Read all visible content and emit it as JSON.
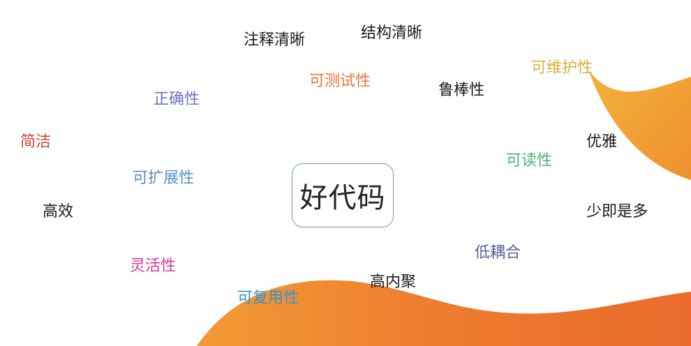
{
  "center": {
    "label": "好代码"
  },
  "terms": [
    {
      "label": "注释清晰",
      "color": "#1a1a1a"
    },
    {
      "label": "结构清晰",
      "color": "#1a1a1a"
    },
    {
      "label": "可测试性",
      "color": "#e8783a"
    },
    {
      "label": "鲁棒性",
      "color": "#1a1a1a"
    },
    {
      "label": "可维护性",
      "color": "#d8b13a"
    },
    {
      "label": "正确性",
      "color": "#6e6fc2"
    },
    {
      "label": "简洁",
      "color": "#d0452e"
    },
    {
      "label": "优雅",
      "color": "#1a1a1a"
    },
    {
      "label": "可读性",
      "color": "#4fae7a"
    },
    {
      "label": "可扩展性",
      "color": "#5b8fc8"
    },
    {
      "label": "高效",
      "color": "#1a1a1a"
    },
    {
      "label": "少即是多",
      "color": "#1a1a1a"
    },
    {
      "label": "低耦合",
      "color": "#5a5f9a"
    },
    {
      "label": "灵活性",
      "color": "#d6389a"
    },
    {
      "label": "高内聚",
      "color": "#1a1a1a"
    },
    {
      "label": "可复用性",
      "color": "#2f93d8"
    }
  ],
  "colors": {
    "center_border": "#6f98c9",
    "wave_top": "#f0a030",
    "wave_bottom": "#f07030"
  }
}
